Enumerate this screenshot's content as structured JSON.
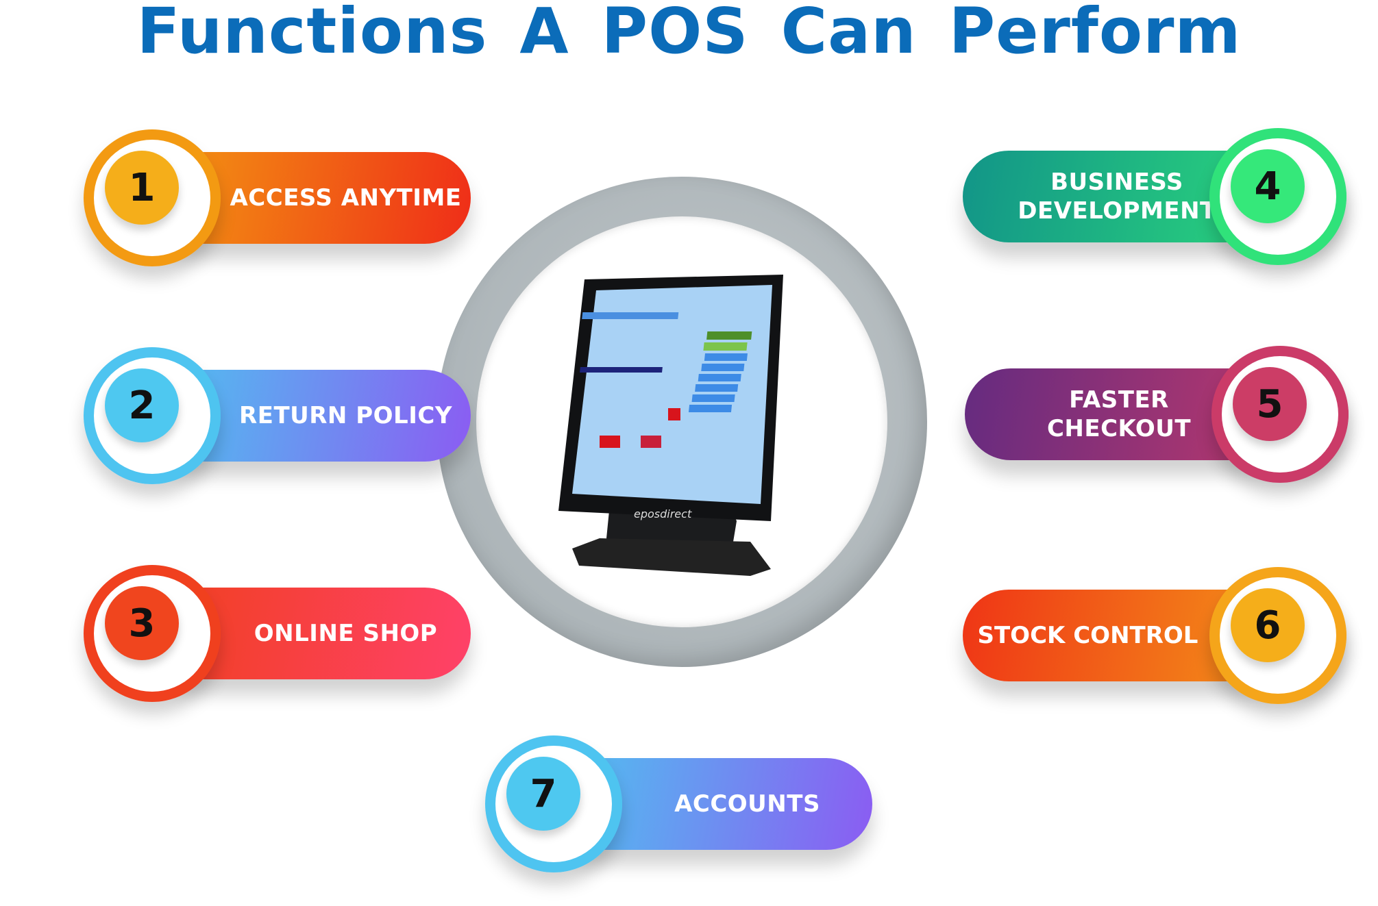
{
  "title": "Functions  A POS Can  Perform",
  "center_image": {
    "brand": "eposdirect"
  },
  "items": [
    {
      "number": "1",
      "label": "ACCESS ANYTIME",
      "colors": [
        "#f39a12",
        "#ef2d18"
      ],
      "badge": "#f5ae1a"
    },
    {
      "number": "2",
      "label": "RETURN POLICY",
      "colors": [
        "#4ec4f0",
        "#8b5cf2"
      ],
      "badge": "#4ec8f0"
    },
    {
      "number": "3",
      "label": "ONLINE SHOP",
      "colors": [
        "#f0401e",
        "#ff4169"
      ],
      "badge": "#f0451e"
    },
    {
      "number": "4",
      "label": "BUSINESS DEVELOPMENT",
      "colors": [
        "#129588",
        "#30e27a"
      ],
      "badge": "#35e87a"
    },
    {
      "number": "5",
      "label": "FASTER CHECKOUT",
      "colors": [
        "#652b80",
        "#cb3b68"
      ],
      "badge": "#cc3d66"
    },
    {
      "number": "6",
      "label": "STOCK CONTROL",
      "colors": [
        "#ef3516",
        "#f5a51a"
      ],
      "badge": "#f5ae1a"
    },
    {
      "number": "7",
      "label": "ACCOUNTS",
      "colors": [
        "#4ec4f0",
        "#8b5cf2"
      ],
      "badge": "#4ec8f0"
    }
  ]
}
